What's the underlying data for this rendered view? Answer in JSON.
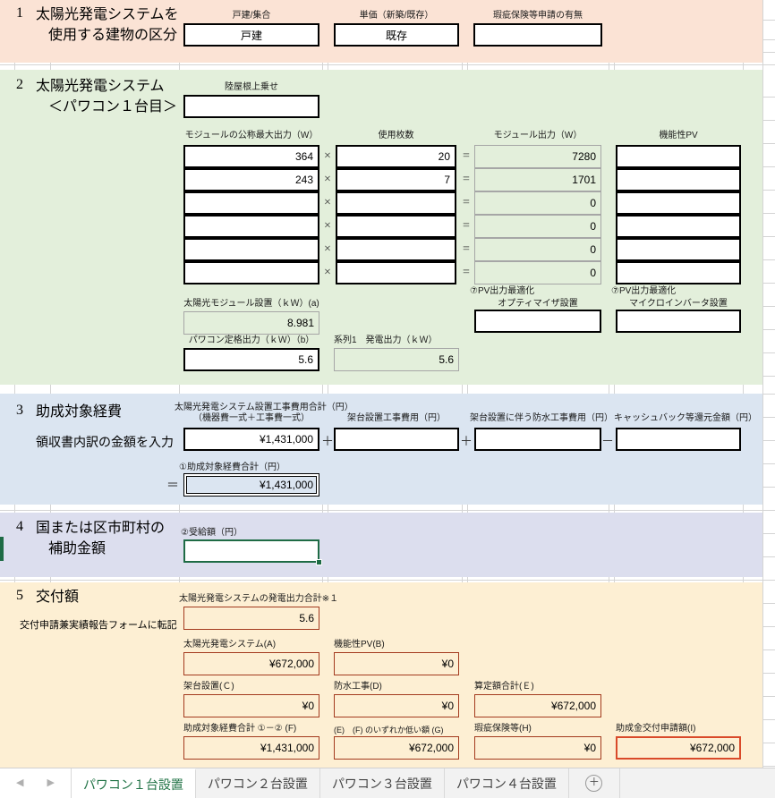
{
  "section1": {
    "number": "1",
    "title_line1": "太陽光発電システムを",
    "title_line2": "使用する建物の区分",
    "fields": [
      {
        "label": "戸建/集合",
        "value": "戸建"
      },
      {
        "label": "単価（新築/既存）",
        "value": "既存"
      },
      {
        "label": "瑕疵保険等申請の有無",
        "value": ""
      }
    ]
  },
  "section2": {
    "number": "2",
    "title_line1": "太陽光発電システム",
    "title_line2": "＜パワコン１台目＞",
    "flatroof_label": "陸屋根上乗せ",
    "flatroof_value": "",
    "table_headers": {
      "module_max": "モジュールの公称最大出力（W）",
      "count": "使用枚数",
      "module_out": "モジュール出力（W）",
      "functional_pv": "機能性PV"
    },
    "rows": [
      {
        "module_max": "364",
        "count": "20",
        "module_out": "7280",
        "functional_pv": ""
      },
      {
        "module_max": "243",
        "count": "7",
        "module_out": "1701",
        "functional_pv": ""
      },
      {
        "module_max": "",
        "count": "",
        "module_out": "0",
        "functional_pv": ""
      },
      {
        "module_max": "",
        "count": "",
        "module_out": "0",
        "functional_pv": ""
      },
      {
        "module_max": "",
        "count": "",
        "module_out": "0",
        "functional_pv": ""
      },
      {
        "module_max": "",
        "count": "",
        "module_out": "0",
        "functional_pv": ""
      }
    ],
    "operators": {
      "multiply": "×",
      "equals": "="
    },
    "module_install_label": "太陽光モジュール設置（ｋＷ）(a)",
    "module_install_value": "8.981",
    "pcs_rated_label": "パワコン定格出力（ｋＷ）（b）",
    "pcs_rated_value": "5.6",
    "series1_label": "系列1　発電出力（ｋＷ）",
    "series1_value": "5.6",
    "optimizer_label_top": "⑦PV出力最適化",
    "optimizer_label": "オプティマイザ設置",
    "optimizer_value": "",
    "microinv_label_top": "⑦PV出力最適化",
    "microinv_label": "マイクロインバータ設置",
    "microinv_value": ""
  },
  "section3": {
    "number": "3",
    "title": "助成対象経費",
    "subtitle": "領収書内訳の金額を入力",
    "system_cost_label_line1": "太陽光発電システム設置工事費用合計（円）",
    "system_cost_label_line2": "（機器費一式＋工事費一式）",
    "system_cost_value": "¥1,431,000",
    "mount_label": "架台設置工事費用（円）",
    "mount_value": "",
    "waterproof_label": "架台設置に伴う防水工事費用（円）",
    "waterproof_value": "",
    "cashback_label": "キャッシュバック等還元金額（円）",
    "cashback_value": "",
    "total_label": "①助成対象経費合計（円）",
    "total_value": "¥1,431,000",
    "operators": {
      "plus": "＋",
      "minus": "－",
      "equals": "＝"
    }
  },
  "section4": {
    "number": "4",
    "title_line1": "国または区市町村の",
    "title_line2": "補助金額",
    "receipt_label": "②受給額（円）",
    "receipt_value": ""
  },
  "section5": {
    "number": "5",
    "title": "交付額",
    "subtitle": "交付申請兼実績報告フォームに転記",
    "total_output_label": "太陽光発電システムの発電出力合計※１",
    "total_output_value": "5.6",
    "fields": [
      {
        "label": "太陽光発電システム(A)",
        "value": "¥672,000"
      },
      {
        "label": "機能性PV(B)",
        "value": "¥0"
      },
      {
        "label": "架台設置(Ｃ)",
        "value": "¥0"
      },
      {
        "label": "防水工事(D)",
        "value": "¥0"
      },
      {
        "label": "算定額合計(Ｅ)",
        "value": "¥672,000"
      },
      {
        "label": "助成対象経費合計 ①－② (F)",
        "value": "¥1,431,000"
      },
      {
        "label": "(E)　(F) のいずれか低い額 (G)",
        "value": "¥672,000"
      },
      {
        "label": "瑕疵保険等(H)",
        "value": "¥0"
      },
      {
        "label": "助成金交付申請額(I)",
        "value": "¥672,000"
      }
    ]
  },
  "tabbar": {
    "prev_arrow": "◀",
    "next_arrow": "▶",
    "tabs": [
      {
        "label": "パワコン１台設置",
        "active": true
      },
      {
        "label": "パワコン２台設置",
        "active": false
      },
      {
        "label": "パワコン３台設置",
        "active": false
      },
      {
        "label": "パワコン４台設置",
        "active": false
      }
    ],
    "add_sheet": "＋"
  },
  "colors": {
    "section1_bg": "#fbe3d5",
    "section2_bg": "#e3efdb",
    "section3_bg": "#dbe5f1",
    "section4_bg": "#dcdeee",
    "section5_bg": "#fdefd3",
    "active_tab": "#217346",
    "selection": "#1e6b45",
    "accent_orange": "#a33a1e"
  }
}
